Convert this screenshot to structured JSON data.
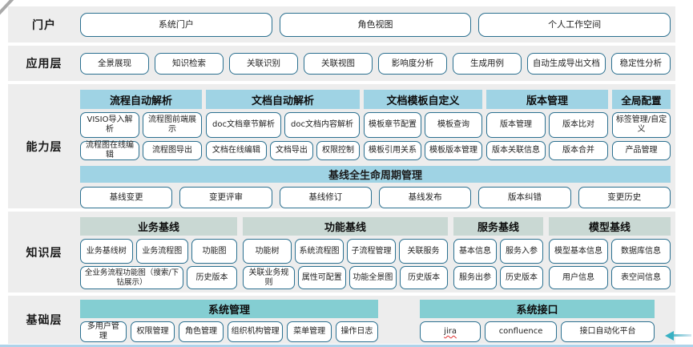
{
  "colors": {
    "row_background": "#ededed",
    "button_border": "#2b7090",
    "capability_header": "#9fd3e4",
    "knowledge_header": "#c9d8d3",
    "foundation_header": "#84ced2",
    "bottom_line": "#aed3ea",
    "arrow": "#38b1c3",
    "spellcheck_underline": "#e03131"
  },
  "layers": [
    {
      "label": "门户",
      "buttons": [
        "系统门户",
        "角色视图",
        "个人工作空间"
      ]
    },
    {
      "label": "应用层",
      "buttons": [
        "全景展现",
        "知识检索",
        "关联识别",
        "关联视图",
        "影响度分析",
        "生成用例",
        "自动生成导出文档",
        "稳定性分析"
      ]
    },
    {
      "label": "能力层",
      "groups": [
        {
          "header": "流程自动解析",
          "rows": [
            [
              "VISIO导入解析",
              "流程图前端展示"
            ],
            [
              "流程图在线编辑",
              "流程图导出"
            ]
          ]
        },
        {
          "header": "文档自动解析",
          "rows": [
            [
              "doc文档章节解析",
              "doc文档内容解析"
            ],
            [
              "文档在线编辑",
              "文档导出",
              "权限控制"
            ]
          ]
        },
        {
          "header": "文档模板自定义",
          "rows": [
            [
              "模板章节配置",
              "模板查询"
            ],
            [
              "模板引用关系",
              "模板版本管理"
            ]
          ]
        },
        {
          "header": "版本管理",
          "rows": [
            [
              "版本管理",
              "版本比对"
            ],
            [
              "版本关联信息",
              "版本合并"
            ]
          ]
        },
        {
          "header": "全局配置",
          "rows": [
            [
              "标签管理/自定义"
            ],
            [
              "产品管理"
            ]
          ]
        }
      ],
      "baseline": {
        "header": "基线全生命周期管理",
        "buttons": [
          "基线变更",
          "变更评审",
          "基线修订",
          "基线发布",
          "版本纠错",
          "变更历史"
        ]
      }
    },
    {
      "label": "知识层",
      "groups": [
        {
          "header": "业务基线",
          "rows": [
            [
              "业务基线树",
              "业务流程图",
              "功能图"
            ],
            [
              "全业务流程功能图（搜索/下钻展示）",
              "历史版本"
            ]
          ]
        },
        {
          "header": "功能基线",
          "rows": [
            [
              "功能树",
              "系统流程图",
              "子流程管理",
              "关联服务"
            ],
            [
              "关联业务规则",
              "属性可配置",
              "功能全景图",
              "历史版本"
            ]
          ]
        },
        {
          "header": "服务基线",
          "rows": [
            [
              "基本信息",
              "服务入参"
            ],
            [
              "服务出参",
              "历史版本"
            ]
          ]
        },
        {
          "header": "模型基线",
          "rows": [
            [
              "模型基本信息",
              "数据库信息"
            ],
            [
              "用户信息",
              "表空间信息"
            ]
          ]
        }
      ]
    },
    {
      "label": "基础层",
      "groups": [
        {
          "header": "系统管理",
          "buttons": [
            "多用户管理",
            "权限管理",
            "角色管理",
            "组织机构管理",
            "菜单管理",
            "操作日志"
          ]
        },
        {
          "header": "系统接口",
          "buttons": [
            "jira",
            "confluence",
            "接口自动化平台"
          ]
        }
      ]
    }
  ]
}
